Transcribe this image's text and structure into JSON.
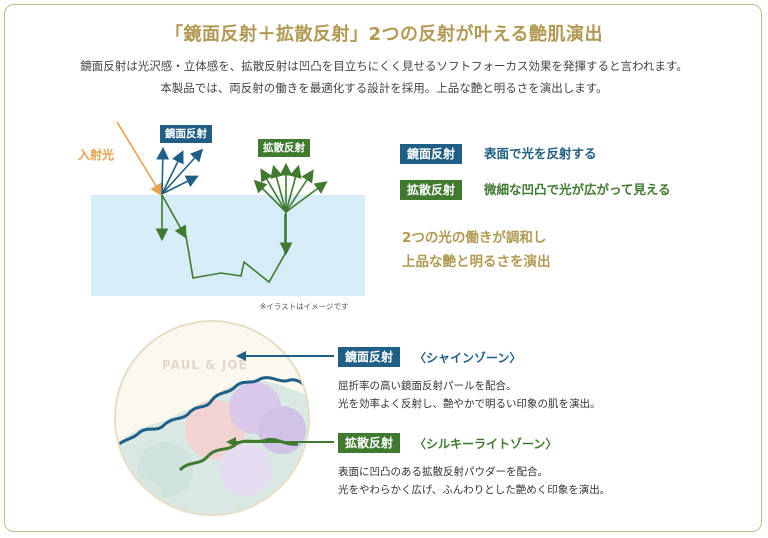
{
  "title": "「鏡面反射＋拡散反射」2つの反射が叶える艶肌演出",
  "intro": [
    "鏡面反射は光沢感・立体感を、拡散反射は凹凸を目立ちにくく見せるソフトフォーカス効果を発揮すると言われます。",
    "本製品では、両反射の働きを最適化する設計を採用。上品な艶と明るさを演出します。"
  ],
  "diagram": {
    "incident_label": "入射光",
    "specular_tag": "鏡面反射",
    "diffuse_tag": "拡散反射",
    "caption": "※イラストはイメージです"
  },
  "legend": [
    {
      "tag": "鏡面反射",
      "text": "表面で光を反射する",
      "color": "#1f5f85"
    },
    {
      "tag": "拡散反射",
      "text": "微細な凹凸で光が広がって見える",
      "color": "#3f7a2f"
    }
  ],
  "harmony": [
    "2つの光の働きが調和し",
    "上品な艶と明るさを演出"
  ],
  "compact": {
    "brand": "PAUL & JOE",
    "zones": [
      {
        "tag": "鏡面反射",
        "name": "〈シャインゾーン〉",
        "lines": [
          "屈折率の高い鏡面反射パールを配合。",
          "光を効率よく反射し、艶やかで明るい印象の肌を演出。"
        ],
        "color": "#1f5f85"
      },
      {
        "tag": "拡散反射",
        "name": "〈シルキーライトゾーン〉",
        "lines": [
          "表面に凹凸のある拡散反射パウダーを配合。",
          "光をやわらかく広げ、ふんわりとした艶めく印象を演出。"
        ],
        "color": "#3f7a2f"
      }
    ]
  },
  "colors": {
    "gold": "#b29a54",
    "blue": "#1f5f85",
    "green": "#3f7a2f",
    "orange": "#e8a04a",
    "skin": "#d6ecf7"
  }
}
